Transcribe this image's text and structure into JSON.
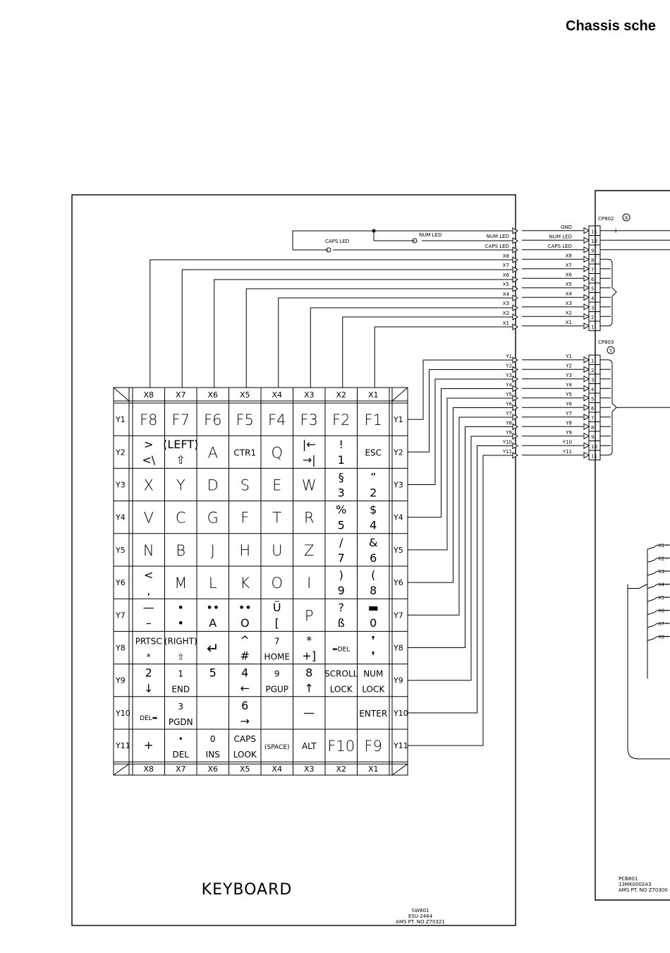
{
  "page_title": "Chassis sche",
  "keyboard_label": "KEYBOARD",
  "sw_block": [
    "SW801",
    "ESU-2464",
    "AMS PT. NO Z70321"
  ],
  "pcb_block": [
    "PCB801",
    "13MK0002A3",
    "AMS PT. NO Z70300"
  ],
  "cp802": {
    "name": "CP802",
    "badge": "X",
    "pins": [
      "11",
      "10",
      "9",
      "8",
      "7",
      "6",
      "5",
      "4",
      "3",
      "2",
      "1"
    ],
    "labels": [
      "GND",
      "NUM LED",
      "CAPS LED",
      "X8",
      "X7",
      "X6",
      "X5",
      "X4",
      "X3",
      "X2",
      "X1"
    ]
  },
  "cp803": {
    "name": "CP803",
    "badge": "Y",
    "pins": [
      "1",
      "2",
      "3",
      "4",
      "5",
      "6",
      "7",
      "8",
      "9",
      "10",
      "11"
    ],
    "labels": [
      "Y1",
      "Y2",
      "Y3",
      "Y4",
      "Y5",
      "Y6",
      "Y7",
      "Y8",
      "Y9",
      "Y10",
      "Y11"
    ]
  },
  "keyboard_lines": [
    "NUM LED",
    "CAPS LED",
    "X8",
    "X7",
    "X6",
    "X5",
    "X4",
    "X3",
    "X2",
    "X1"
  ],
  "leds": {
    "num": "NUM LED",
    "caps": "CAPS LED"
  },
  "columns": [
    "X8",
    "X7",
    "X6",
    "X5",
    "X4",
    "X3",
    "X2",
    "X1"
  ],
  "rows": [
    "Y1",
    "Y2",
    "Y3",
    "Y4",
    "Y5",
    "Y6",
    "Y7",
    "Y8",
    "Y9",
    "Y10",
    "Y11"
  ],
  "right_x_labels": [
    "X1",
    "X2",
    "X3",
    "X4",
    "X5",
    "X6",
    "X7",
    "X8"
  ],
  "keys": [
    [
      {
        "t": "F8",
        "s": "L"
      },
      {
        "t": "F7",
        "s": "L"
      },
      {
        "t": "F6",
        "s": "L"
      },
      {
        "t": "F5",
        "s": "L"
      },
      {
        "t": "F4",
        "s": "L"
      },
      {
        "t": "F3",
        "s": "L"
      },
      {
        "t": "F2",
        "s": "L"
      },
      {
        "t": "F1",
        "s": "L"
      }
    ],
    [
      {
        "a": ">",
        "b": "<\\",
        "s": "M"
      },
      {
        "a": "(LEFT)",
        "b": "⇧",
        "s": "M"
      },
      {
        "t": "A",
        "s": "L"
      },
      {
        "t": "CTR1",
        "s": "S"
      },
      {
        "t": "Q",
        "s": "L"
      },
      {
        "a": "|←",
        "b": "→|",
        "s": "M"
      },
      {
        "a": "!",
        "b": "1",
        "s": "M"
      },
      {
        "t": "ESC",
        "s": "S"
      }
    ],
    [
      {
        "t": "X",
        "s": "L"
      },
      {
        "t": "Y",
        "s": "L"
      },
      {
        "t": "D",
        "s": "L"
      },
      {
        "t": "S",
        "s": "L"
      },
      {
        "t": "E",
        "s": "L"
      },
      {
        "t": "W",
        "s": "L"
      },
      {
        "a": "§",
        "b": "3",
        "s": "M"
      },
      {
        "a": "”",
        "b": "2",
        "s": "M"
      }
    ],
    [
      {
        "t": "V",
        "s": "L"
      },
      {
        "t": "C",
        "s": "L"
      },
      {
        "t": "G",
        "s": "L"
      },
      {
        "t": "F",
        "s": "L"
      },
      {
        "t": "T",
        "s": "L"
      },
      {
        "t": "R",
        "s": "L"
      },
      {
        "a": "%",
        "b": "5",
        "s": "M"
      },
      {
        "a": "$",
        "b": "4",
        "s": "M"
      }
    ],
    [
      {
        "t": "N",
        "s": "L"
      },
      {
        "t": "B",
        "s": "L"
      },
      {
        "t": "J",
        "s": "L"
      },
      {
        "t": "H",
        "s": "L"
      },
      {
        "t": "U",
        "s": "L"
      },
      {
        "t": "Z",
        "s": "L"
      },
      {
        "a": "/",
        "b": "7",
        "s": "M"
      },
      {
        "a": "&",
        "b": "6",
        "s": "M"
      }
    ],
    [
      {
        "a": "<",
        "b": ",",
        "s": "M"
      },
      {
        "t": "M",
        "s": "L"
      },
      {
        "t": "L",
        "s": "L"
      },
      {
        "t": "K",
        "s": "L"
      },
      {
        "t": "O",
        "s": "L"
      },
      {
        "t": "I",
        "s": "L"
      },
      {
        "a": ")",
        "b": "9",
        "s": "M"
      },
      {
        "a": "(",
        "b": "8",
        "s": "M"
      }
    ],
    [
      {
        "a": "—",
        "b": "–",
        "s": "M"
      },
      {
        "a": "•",
        "b": "•",
        "s": "M"
      },
      {
        "a": "••",
        "b": "A",
        "s": "M"
      },
      {
        "a": "••",
        "b": "O",
        "s": "M"
      },
      {
        "a": "Ü",
        "b": "[",
        "s": "M"
      },
      {
        "t": "P",
        "s": "L"
      },
      {
        "a": "?",
        "b": "ß",
        "s": "M"
      },
      {
        "a": "▬",
        "b": "0",
        "s": "M"
      }
    ],
    [
      {
        "a": "PRTSC",
        "b": "*",
        "s": "S"
      },
      {
        "a": "(RIGHT)",
        "b": "⇧",
        "s": "S"
      },
      {
        "t": "↵",
        "s": "L"
      },
      {
        "a": "^",
        "b": "#",
        "s": "M"
      },
      {
        "a": "7",
        "b": "HOME",
        "s": "S"
      },
      {
        "a": "*",
        "b": "+]",
        "s": "M"
      },
      {
        "t": "⬅DEL",
        "s": "XS"
      },
      {
        "a": "❜",
        "b": "❜",
        "s": "M"
      }
    ],
    [
      {
        "a": "2",
        "b": "↓",
        "s": "M"
      },
      {
        "a": "1",
        "b": "END",
        "s": "S"
      },
      {
        "a": "5",
        "b": "",
        "s": "M"
      },
      {
        "a": "4",
        "b": "←",
        "s": "M"
      },
      {
        "a": "9",
        "b": "PGUP",
        "s": "S"
      },
      {
        "a": "8",
        "b": "↑",
        "s": "M"
      },
      {
        "a": "SCROLL",
        "b": "LOCK",
        "s": "S"
      },
      {
        "a": "NUM",
        "b": "LOCK",
        "s": "S"
      }
    ],
    [
      {
        "t": "",
        "s": "S"
      },
      {
        "a": "3",
        "b": "PGDN",
        "s": "S"
      },
      {
        "t": "",
        "s": "S"
      },
      {
        "a": "6",
        "b": "→",
        "s": "M"
      },
      {
        "t": "",
        "s": "S"
      },
      {
        "t": "—",
        "s": "M"
      },
      {
        "t": "",
        "s": "S"
      },
      {
        "t": "ENTER",
        "s": "S"
      }
    ],
    [
      {
        "t": "+",
        "s": "M"
      },
      {
        "a": "•",
        "b": "DEL",
        "s": "S"
      },
      {
        "a": "0",
        "b": "INS",
        "s": "S"
      },
      {
        "a": "CAPS",
        "b": "LOOK",
        "s": "S"
      },
      {
        "t": "(SPACE)",
        "s": "XS"
      },
      {
        "t": "ALT",
        "s": "S"
      },
      {
        "t": "F10",
        "s": "L"
      },
      {
        "t": "F9",
        "s": "L"
      }
    ]
  ],
  "del_arrow_row10": "DEL➡",
  "colors": {
    "ink": "#000000",
    "paper": "#ffffff"
  }
}
